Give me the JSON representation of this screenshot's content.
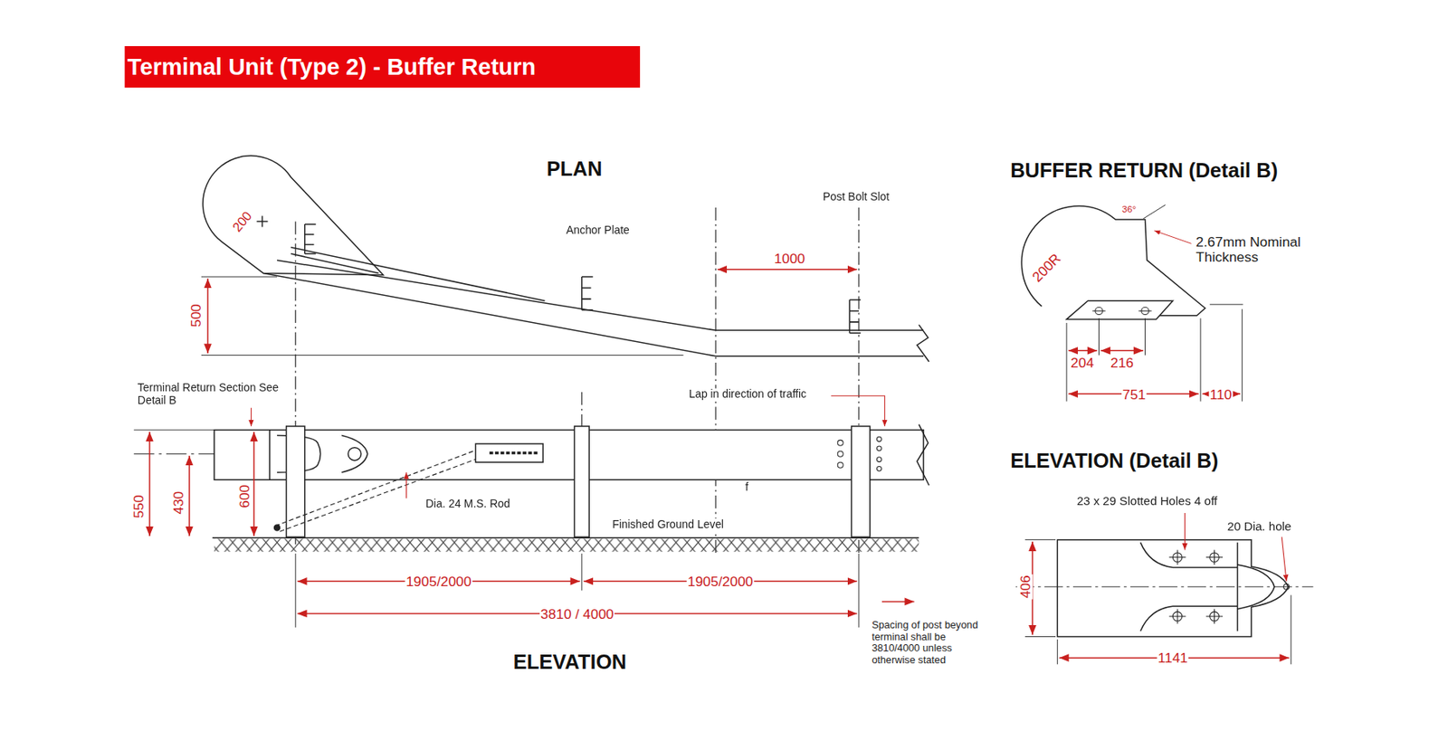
{
  "diagram": {
    "title": "Terminal Unit (Type 2) - Buffer Return",
    "labels": [
      "PLAN",
      "200",
      "Anchor Plate",
      "Post Bolt Slot",
      "1000",
      "500",
      "Terminal Return Section See Detail B",
      "Lap in direction of traffic",
      "550",
      "430",
      "600",
      "Dia. 24 M.S. Rod",
      "f",
      "Finished Ground Level",
      "1905/2000",
      "1905/2000",
      "3810 / 4000",
      "Spacing of post beyond terminal shall be 3810/4000 unless otherwise stated",
      "ELEVATION",
      "BUFFER RETURN (Detail B)",
      "36°",
      "2.67mm Nominal Thickness",
      "200R",
      "204",
      "216",
      "751",
      "110",
      "ELEVATION (Detail B)",
      "23 x 29 Slotted Holes 4 off",
      "20 Dia. hole",
      "406",
      "1141"
    ]
  }
}
